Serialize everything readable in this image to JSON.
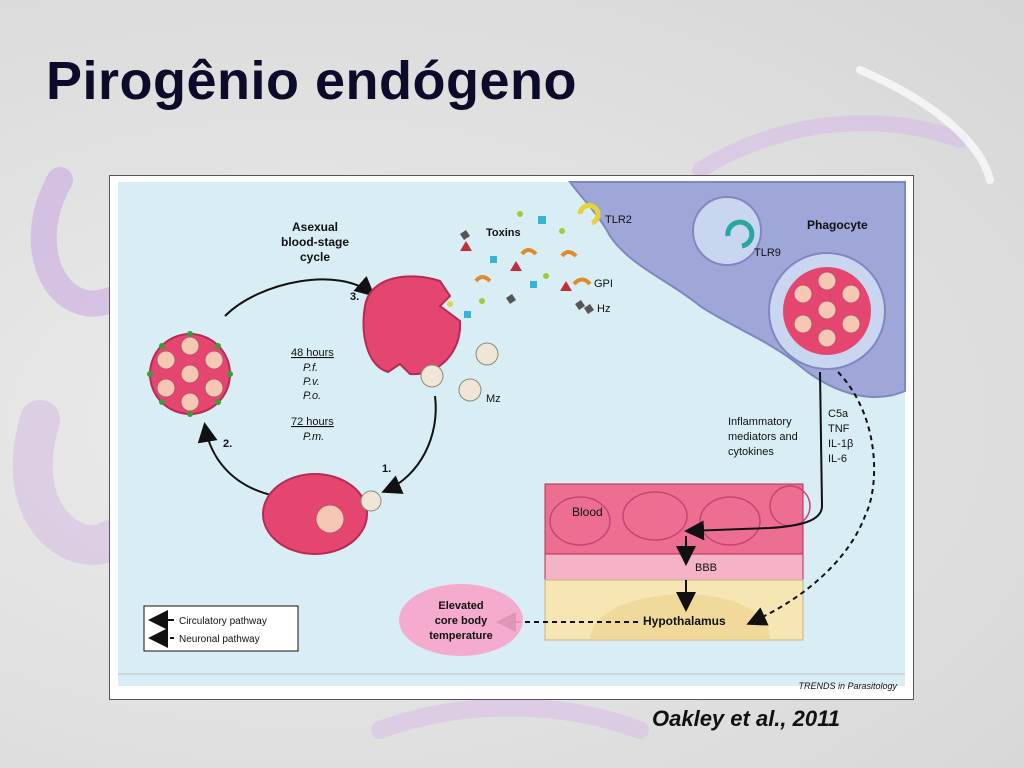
{
  "slide": {
    "title": "Pirogênio endógeno",
    "citation": "Oakley et al., 2011"
  },
  "figure": {
    "cycle_title": [
      "Asexual",
      "blood-stage",
      "cycle"
    ],
    "step_3": "3.",
    "step_2": "2.",
    "step_1": "1.",
    "durations": {
      "h48": "48 hours",
      "pf": "P.f.",
      "pv": "P.v.",
      "po": "P.o.",
      "h72": "72 hours",
      "pm": "P.m."
    },
    "mz_label": "Mz",
    "toxins_label": "Toxins",
    "tlr2_label": "TLR2",
    "gpi_label": "GPI",
    "hz_label": "Hz",
    "tlr9_label": "TLR9",
    "phagocyte_label": "Phagocyte",
    "inflammatory": [
      "Inflammatory",
      "mediators and",
      "cytokines"
    ],
    "cytokines": [
      "C5a",
      "TNF",
      "IL-1β",
      "IL-6"
    ],
    "blood_label": "Blood",
    "bbb_label": "BBB",
    "hypothalamus_label": "Hypothalamus",
    "elevated": [
      "Elevated",
      "core body",
      "temperature"
    ],
    "legend": {
      "circulatory": "Circulatory pathway",
      "neuronal": "Neuronal pathway"
    },
    "source": "TRENDS in Parasitology",
    "colors": {
      "background": "#d9eef4",
      "cell_pink": "#e4466f",
      "phagocyte": "#9fa7d8",
      "brain_yellow": "#f6e6b4"
    }
  }
}
